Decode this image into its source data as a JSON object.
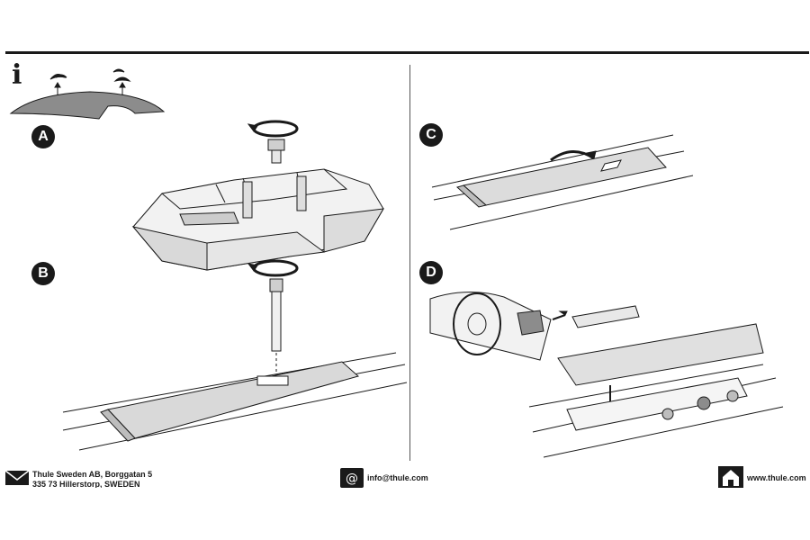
{
  "info_symbol": "i",
  "steps": {
    "a": "A",
    "b": "B",
    "c": "C",
    "d": "D"
  },
  "footer": {
    "address_line1": "Thule Sweden AB, Borggatan 5",
    "address_line2": "335 73 Hillerstorp, SWEDEN",
    "email": "info@thule.com",
    "website": "www.thule.com"
  },
  "icons": {
    "info": "info-icon",
    "rotate": "rotate-arrow-icon",
    "mail": "envelope-icon",
    "email": "at-sign-icon",
    "web": "house-icon"
  },
  "colors": {
    "ink": "#1a1a1a",
    "gray_fill": "#8c8c8c",
    "light_fill": "#e8e8e8"
  }
}
